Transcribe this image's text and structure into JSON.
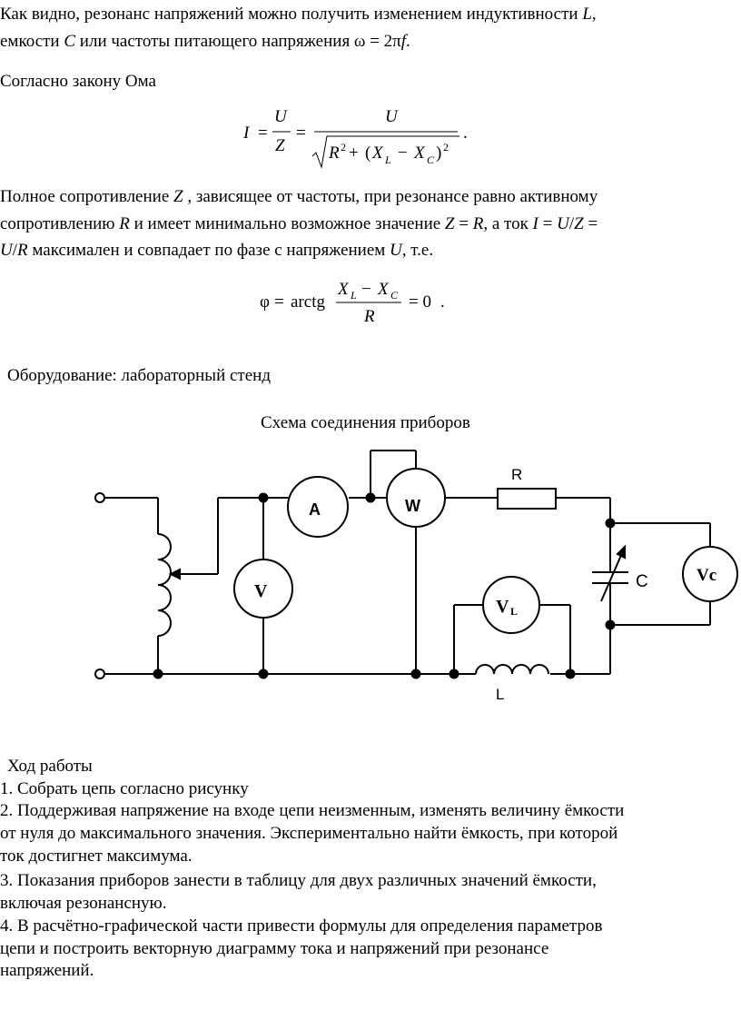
{
  "intro": {
    "line1": [
      "Как видно, резонанс напряжений можно получить изменением индуктивности ",
      "L",
      ","
    ],
    "line2": [
      "емкости ",
      "C",
      " или частоты питающего напряжения ω = 2π",
      "f",
      "."
    ]
  },
  "ohm_label": "Согласно закону Ома",
  "formula1": {
    "lhs": "I",
    "U": "U",
    "Z": "Z",
    "R": "R",
    "X": "X",
    "L": "L",
    "C": "C",
    "sq": "2",
    "plus": "+",
    "minus": "−",
    "eq": "=",
    "end": "."
  },
  "para": {
    "l1": [
      "Полное сопротивление ",
      "Z",
      " , зависящее от частоты, при резонансе равно активному"
    ],
    "l2": [
      "сопротивлению ",
      "R",
      " и имеет минимально возможное значение ",
      "Z",
      " = ",
      "R",
      ", а ток ",
      "I",
      " = ",
      "U",
      "/",
      "Z",
      " ="
    ],
    "l3": [
      "U",
      "/",
      "R",
      " максимален и совпадает по фазе с напряжением ",
      "U",
      ", т.е."
    ]
  },
  "formula2": {
    "phi": "φ",
    "arctg": "arctg",
    "num_XL": "X",
    "L": "L",
    "minus": "−",
    "num_XC": "X",
    "C": "C",
    "den": "R",
    "eq": "= 0",
    "end": "."
  },
  "equipment": "Оборудование: лабораторный стенд",
  "schema_title": "Схема соединения приборов",
  "circuit": {
    "ammeter": "A",
    "wattmeter": "W",
    "voltmeter": "V",
    "voltmeter_L": "V",
    "voltmeter_L_sub": "L",
    "voltmeter_C": "Vc",
    "resistor": "R",
    "capacitor": "C",
    "inductor": "L"
  },
  "work": {
    "title": "Ход работы",
    "s1": "1. Собрать цепь согласно рисунку",
    "s2a": "2.  Поддерживая напряжение на входе цепи неизменным, изменять величину ёмкости",
    "s2b": "от нуля до максимального значения. Экспериментально найти ёмкость, при которой",
    "s2c": "ток достигнет максимума.",
    "s3a": "3.  Показания приборов занести в таблицу  для  двух  различных значений ёмкости,",
    "s3b": "включая резонансную.",
    "s4a": "4.   В расчётно-графической части привести формулы для определения параметров",
    "s4b": "цепи  и  построить  векторную  диаграмму  тока  и  напряжений  при  резонансе",
    "s4c": "напряжений."
  }
}
